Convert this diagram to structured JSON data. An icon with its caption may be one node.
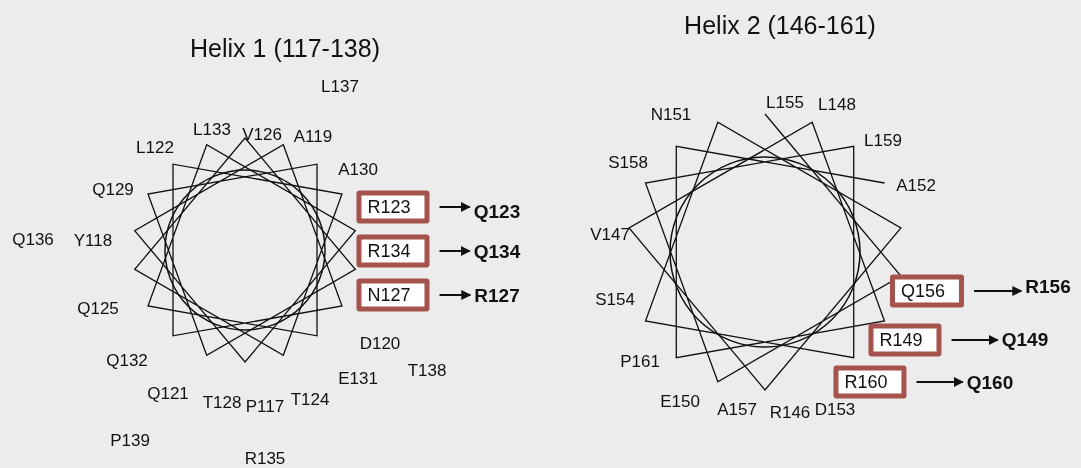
{
  "diagram": {
    "nodes": [
      {
        "text": [
          "R123"
        ]
      },
      {
        "text": [
          "Q123"
        ]
      },
      {
        "text": [
          "R134"
        ]
      },
      {
        "text": [
          "Q134"
        ]
      },
      {
        "text": [
          "N127"
        ]
      },
      {
        "text": [
          "R127"
        ]
      },
      {
        "text": [
          "Q156"
        ]
      },
      {
        "text": [
          "R156"
        ]
      },
      {
        "text": [
          "R149"
        ]
      },
      {
        "text": [
          "Q149"
        ]
      },
      {
        "text": [
          "R160"
        ]
      },
      {
        "text": [
          "Q160"
        ]
      }
    ],
    "edges": [
      {
        "from": 0,
        "to": 1,
        "arrow": "to"
      },
      {
        "from": 2,
        "to": 3,
        "arrow": "to"
      },
      {
        "from": 4,
        "to": 5,
        "arrow": "to"
      },
      {
        "from": 6,
        "to": 7,
        "arrow": "to"
      },
      {
        "from": 8,
        "to": 9,
        "arrow": "to"
      },
      {
        "from": 10,
        "to": 11,
        "arrow": "to"
      }
    ],
    "labels": [
      "Helix 1 (117-138)",
      "Helix 2 (146-161)",
      "L137",
      "L133",
      "V126",
      "A119",
      "L122",
      "A130",
      "Q129",
      "Q136",
      "Y118",
      "Q125",
      "D120",
      "Q132",
      "T138",
      "E131",
      "Q121",
      "T128",
      "P117",
      "T124",
      "P139",
      "R135",
      "N151",
      "L155",
      "L148",
      "L159",
      "S158",
      "A152",
      "V147",
      "S154",
      "P161",
      "E150",
      "A157",
      "R146",
      "D153"
    ]
  }
}
